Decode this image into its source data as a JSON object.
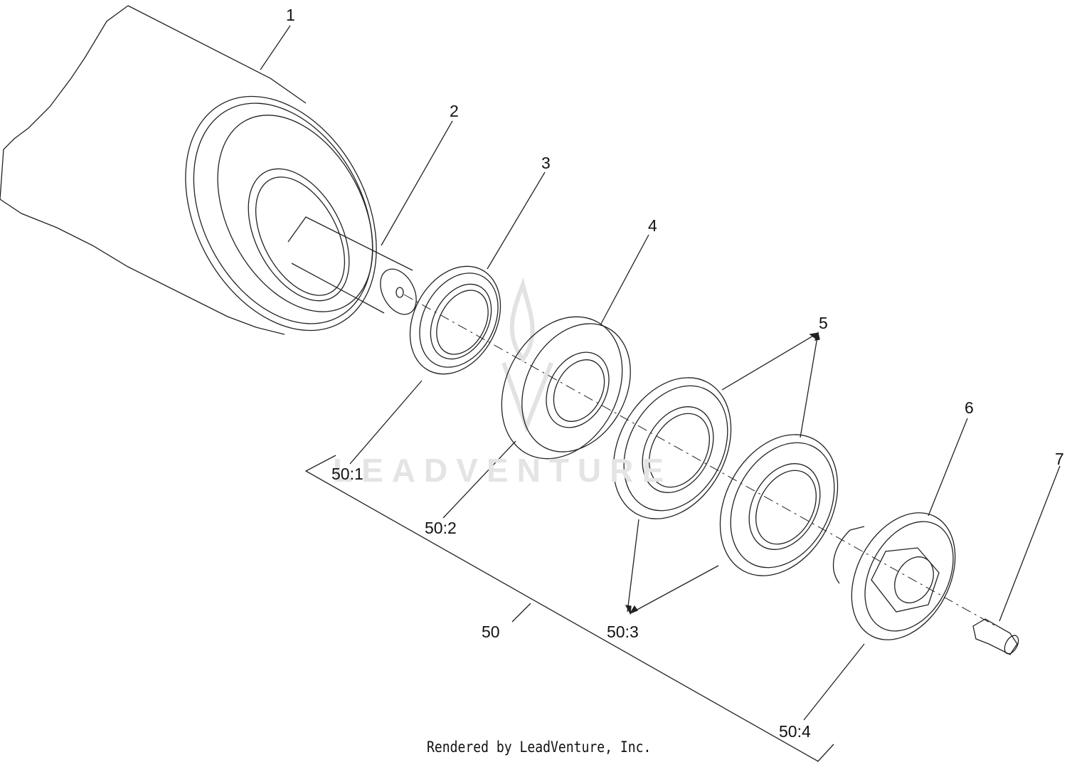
{
  "callouts": {
    "c1": "1",
    "c2": "2",
    "c3": "3",
    "c4": "4",
    "c5": "5",
    "c6": "6",
    "c7": "7",
    "c50": "50",
    "c50_1": "50:1",
    "c50_2": "50:2",
    "c50_3": "50:3",
    "c50_4": "50:4"
  },
  "watermark": "LEADVENTURE",
  "footer": "Rendered by LeadVenture, Inc.",
  "colors": {
    "line": "#222222",
    "watermark": "#e4e4e4"
  }
}
